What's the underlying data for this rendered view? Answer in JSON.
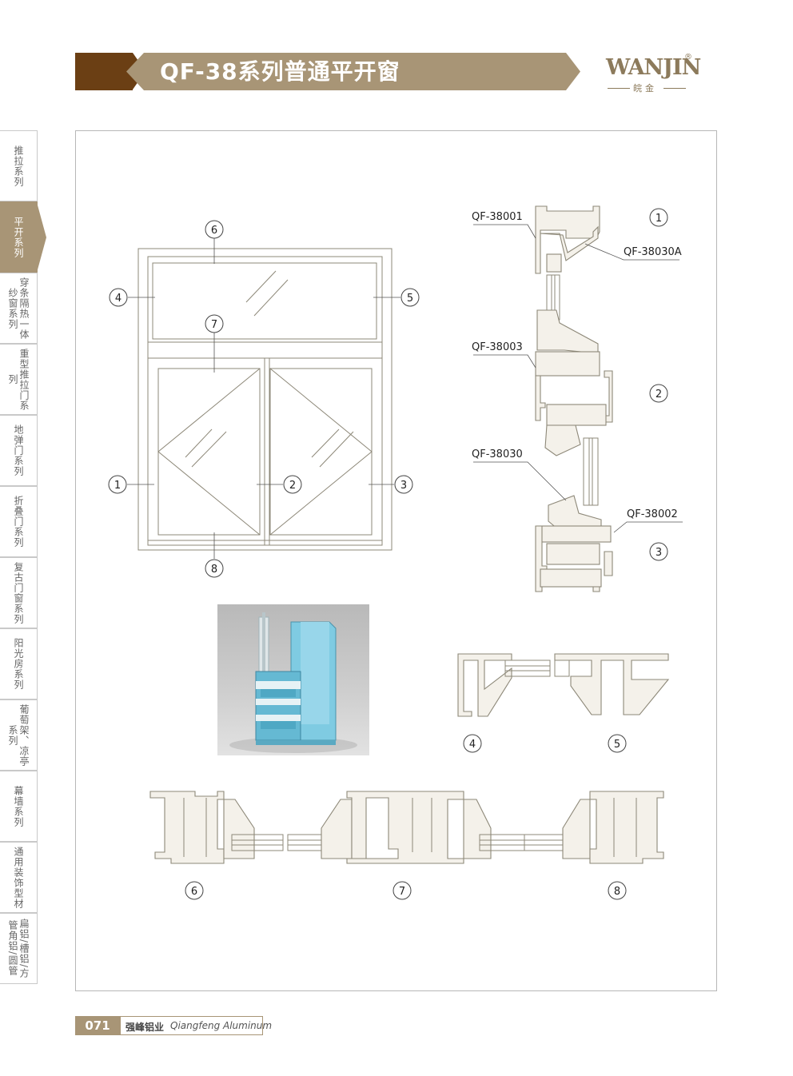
{
  "header": {
    "title": "QF-38系列普通平开窗",
    "logo_word": "WANJIN",
    "logo_cn": "皖金",
    "logo_reg": "®"
  },
  "sidebar": {
    "items": [
      {
        "label": "推拉系列",
        "active": false
      },
      {
        "label": "平开系列",
        "active": true
      },
      {
        "label": "穿条隔热一体纱窗系列",
        "active": false
      },
      {
        "label": "重型推拉门系列",
        "active": false
      },
      {
        "label": "地弹门系列",
        "active": false
      },
      {
        "label": "折叠门系列",
        "active": false
      },
      {
        "label": "复古门窗系列",
        "active": false
      },
      {
        "label": "阳光房系列",
        "active": false
      },
      {
        "label": "葡萄架、凉亭系列",
        "active": false
      },
      {
        "label": "幕墙系列",
        "active": false
      },
      {
        "label": "通用装饰型材",
        "active": false
      },
      {
        "label": "扁铝/槽铝/方管角铝/圆管",
        "active": false
      }
    ]
  },
  "elevation": {
    "callouts": [
      "1",
      "2",
      "3",
      "4",
      "5",
      "6",
      "7",
      "8"
    ]
  },
  "sections": {
    "vertical_codes": [
      "QF-38001",
      "QF-38030A",
      "QF-38003",
      "QF-38030",
      "QF-38002"
    ],
    "vertical_numbers": [
      "1",
      "2",
      "3"
    ],
    "horizontal_top_numbers": [
      "4",
      "5"
    ],
    "horizontal_bottom_numbers": [
      "6",
      "7",
      "8"
    ]
  },
  "footer": {
    "page_number": "071",
    "company_cn": "强峰铝业",
    "company_en": "Qiangfeng Aluminum"
  },
  "colors": {
    "brand": "#a89576",
    "brand_dark": "#6b3f14",
    "profile_fill": "#f4f1ea",
    "profile_stroke": "#8d8878",
    "photo_blue": "#6fc2dc"
  }
}
